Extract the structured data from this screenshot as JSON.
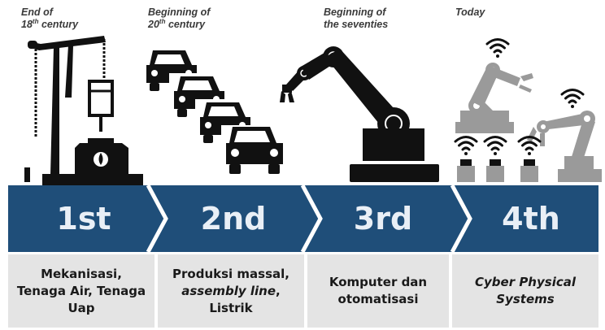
{
  "eras": [
    {
      "label_line1": "End of",
      "label_line2_base": "18",
      "label_line2_sup": "th",
      "label_line2_rest": " century"
    },
    {
      "label_line1": "Beginning of",
      "label_line2_base": "20",
      "label_line2_sup": "th",
      "label_line2_rest": " century"
    },
    {
      "label_line1": "Beginning of",
      "label_line2": "the seventies"
    },
    {
      "label_line1": "Today"
    }
  ],
  "stages": [
    "1st",
    "2nd",
    "3rd",
    "4th"
  ],
  "descriptions": [
    {
      "lines": [
        "Mekanisasi,",
        "Tenaga Air, Tenaga",
        "Uap"
      ]
    },
    {
      "line1": "Produksi massal,",
      "line2_italic": "assembly line",
      "line2_rest": ",",
      "line3": "Listrik"
    },
    {
      "lines": [
        "Komputer dan",
        "otomatisasi"
      ]
    },
    {
      "lines_italic": [
        "Cyber Physical",
        "Systems"
      ]
    }
  ],
  "icons": [
    "steam-engine-icon",
    "car-icon",
    "robot-arm-icon",
    "wifi-icon",
    "smart-robot-icon"
  ],
  "colors": {
    "band": "#1f4e79",
    "band_text": "#e9eff6",
    "desc_bg": "#e4e4e4",
    "icon_dark": "#111111",
    "icon_light": "#9a9a9a"
  }
}
